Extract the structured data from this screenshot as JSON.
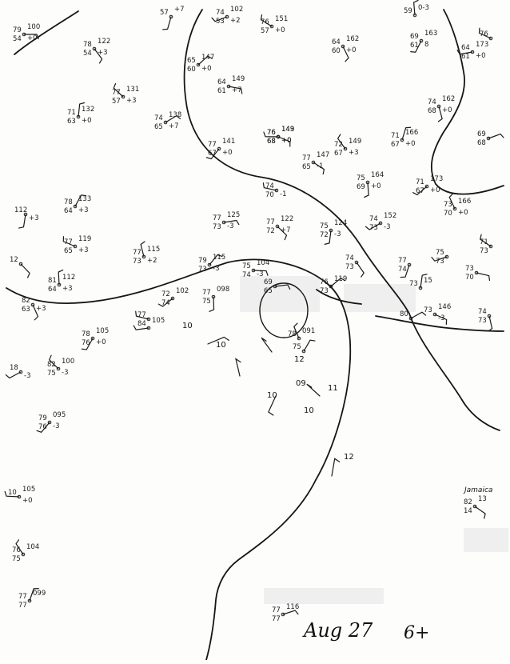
{
  "map": {
    "date_label": "Aug 27",
    "time_label": "6+",
    "place_label": "Jamaica",
    "isobar_labels": [
      "12",
      "09",
      "10",
      "10",
      "11",
      "10",
      "12",
      "10"
    ]
  },
  "stations": [
    {
      "t": "79",
      "p": "100",
      "d": "54",
      "tend": "+0"
    },
    {
      "t": "78",
      "p": "122",
      "d": "54",
      "tend": "+3"
    },
    {
      "t": "57",
      "p": "+7",
      "d": "",
      "tend": ""
    },
    {
      "t": "74",
      "p": "102",
      "d": "53",
      "tend": "+2"
    },
    {
      "t": "76",
      "p": "151",
      "d": "57",
      "tend": "+0"
    },
    {
      "t": "59",
      "p": "0-3",
      "d": "",
      "tend": ""
    },
    {
      "t": "65",
      "p": "147",
      "d": "60",
      "tend": "+0"
    },
    {
      "t": "64",
      "p": "149",
      "d": "61",
      "tend": "+7"
    },
    {
      "t": "64",
      "p": "162",
      "d": "60",
      "tend": "+0"
    },
    {
      "t": "69",
      "p": "163",
      "d": "61",
      "tend": "8"
    },
    {
      "t": "64",
      "p": "173",
      "d": "61",
      "tend": "+0"
    },
    {
      "t": "77",
      "p": "131",
      "d": "57",
      "tend": "+3"
    },
    {
      "t": "71",
      "p": "132",
      "d": "63",
      "tend": "+0"
    },
    {
      "t": "74",
      "p": "138",
      "d": "65",
      "tend": "+7"
    },
    {
      "t": "76",
      "p": "143",
      "d": "68",
      "tend": "+0"
    },
    {
      "t": "74",
      "p": "162",
      "d": "68",
      "tend": "+0"
    },
    {
      "t": "77",
      "p": "141",
      "d": "67",
      "tend": "+0"
    },
    {
      "t": "76",
      "p": "149",
      "d": "68",
      "tend": "+0"
    },
    {
      "t": "72",
      "p": "149",
      "d": "67",
      "tend": "+3"
    },
    {
      "t": "71",
      "p": "166",
      "d": "67",
      "tend": "+0"
    },
    {
      "t": "69",
      "p": "",
      "d": "68",
      "tend": ""
    },
    {
      "t": "77",
      "p": "147",
      "d": "65",
      "tend": "-1"
    },
    {
      "t": "75",
      "p": "164",
      "d": "69",
      "tend": "+0"
    },
    {
      "t": "71",
      "p": "173",
      "d": "67",
      "tend": "+0"
    },
    {
      "t": "74",
      "p": "",
      "d": "70",
      "tend": "-1"
    },
    {
      "t": "73",
      "p": "166",
      "d": "70",
      "tend": "+0"
    },
    {
      "t": "78",
      "p": "133",
      "d": "64",
      "tend": "+3"
    },
    {
      "t": "77",
      "p": "125",
      "d": "73",
      "tend": "-3"
    },
    {
      "t": "77",
      "p": "122",
      "d": "72",
      "tend": "+7"
    },
    {
      "t": "75",
      "p": "124",
      "d": "72",
      "tend": "-3"
    },
    {
      "t": "74",
      "p": "152",
      "d": "73",
      "tend": "-3"
    },
    {
      "t": "77",
      "p": "119",
      "d": "65",
      "tend": "+3"
    },
    {
      "t": "77",
      "p": "115",
      "d": "73",
      "tend": "+2"
    },
    {
      "t": "79",
      "p": "115",
      "d": "73",
      "tend": "-3"
    },
    {
      "t": "75",
      "p": "104",
      "d": "74",
      "tend": "-3"
    },
    {
      "t": "74",
      "p": "",
      "d": "73",
      "tend": ""
    },
    {
      "t": "77",
      "p": "",
      "d": "74",
      "tend": ""
    },
    {
      "t": "75",
      "p": "",
      "d": "73",
      "tend": ""
    },
    {
      "t": "71",
      "p": "",
      "d": "73",
      "tend": ""
    },
    {
      "t": "81",
      "p": "112",
      "d": "64",
      "tend": "+3"
    },
    {
      "t": "76",
      "p": "119",
      "d": "73",
      "tend": ""
    },
    {
      "t": "73",
      "p": "",
      "d": "70",
      "tend": ""
    },
    {
      "t": "82",
      "p": "",
      "d": "63",
      "tend": "+3"
    },
    {
      "t": "78",
      "p": "105",
      "d": "76",
      "tend": "+0"
    },
    {
      "t": "84",
      "p": "105",
      "d": "",
      "tend": ""
    },
    {
      "t": "82",
      "p": "100",
      "d": "75",
      "tend": "-3"
    },
    {
      "t": "73",
      "p": "15",
      "d": "",
      "tend": ""
    },
    {
      "t": "80",
      "p": "",
      "d": "",
      "tend": ""
    },
    {
      "t": "73",
      "p": "146",
      "d": "",
      "tend": "-3"
    },
    {
      "t": "74",
      "p": "",
      "d": "73",
      "tend": ""
    },
    {
      "t": "79",
      "p": "095",
      "d": "76",
      "tend": "-3"
    },
    {
      "t": "10",
      "p": "105",
      "d": "",
      "tend": "+0"
    },
    {
      "t": "76",
      "p": "104",
      "d": "75",
      "tend": ""
    },
    {
      "t": "77",
      "p": "099",
      "d": "77",
      "tend": ""
    },
    {
      "t": "77",
      "p": "116",
      "d": "77",
      "tend": ""
    },
    {
      "t": "82",
      "p": "13",
      "d": "14",
      "tend": ""
    },
    {
      "t": "77",
      "p": "098",
      "d": "75",
      "tend": ""
    },
    {
      "t": "72",
      "p": "102",
      "d": "74",
      "tend": ""
    },
    {
      "t": "77",
      "p": "",
      "d": "",
      "tend": ""
    },
    {
      "t": "78",
      "p": "091",
      "d": "",
      "tend": ""
    },
    {
      "t": "75",
      "p": "",
      "d": "",
      "tend": ""
    },
    {
      "t": "69",
      "p": "",
      "d": "65",
      "tend": ""
    },
    {
      "t": "12",
      "p": "",
      "d": "",
      "tend": ""
    },
    {
      "t": "112",
      "p": "",
      "d": "",
      "tend": "+3"
    },
    {
      "t": "18",
      "p": "",
      "d": "",
      "tend": "-3"
    },
    {
      "t": "76",
      "p": "",
      "d": "",
      "tend": ""
    }
  ]
}
